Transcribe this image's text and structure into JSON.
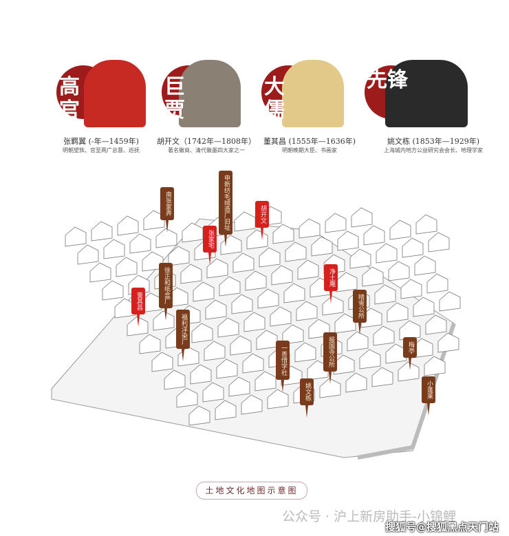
{
  "figures": [
    {
      "title": "高官",
      "name": "张羁翼 (-年—1459年)",
      "desc": "明朝望族、官至两广总督、巡抚",
      "color": "#c62a22"
    },
    {
      "title": "巨贾",
      "name": "胡开文（1742年—1808年）",
      "desc": "著名徽商、清代徽墨四大家之一",
      "color": "#8a8174"
    },
    {
      "title": "大儒",
      "name": "董其昌 (1555年—1636年)",
      "desc": "明朝晚期大臣、书画家",
      "color": "#e2c98a"
    },
    {
      "title": "先锋",
      "name": "姚文栋 (1853年—1929年)",
      "desc": "上海城内地方公益研究会会长、地理学家",
      "color": "#2a2a2a"
    }
  ],
  "landmarks": [
    {
      "label": "南张家弄",
      "style": "brown"
    },
    {
      "label": "申新纺毛绒造厂旧址",
      "style": "brown"
    },
    {
      "label": "胡开文",
      "style": "red"
    },
    {
      "label": "张家宅",
      "style": "red"
    },
    {
      "label": "徐正和纸盒厂",
      "style": "brown"
    },
    {
      "label": "董其昌",
      "style": "red"
    },
    {
      "label": "福利洋染厂",
      "style": "brown"
    },
    {
      "label": "净土庵",
      "style": "red"
    },
    {
      "label": "晴雪公所",
      "style": "brown"
    },
    {
      "label": "报国寺公所",
      "style": "brown"
    },
    {
      "label": "一善惜字社",
      "style": "brown"
    },
    {
      "label": "姚文栋",
      "style": "brown"
    },
    {
      "label": "梅亭",
      "style": "brown"
    },
    {
      "label": "小蓬莱",
      "style": "brown"
    }
  ],
  "caption": "土地文化地图示意图",
  "watermark": "公众号 · 沪上新房助手-小锦鲤",
  "watermark2": "搜狐号@搜狐黑点天门站"
}
